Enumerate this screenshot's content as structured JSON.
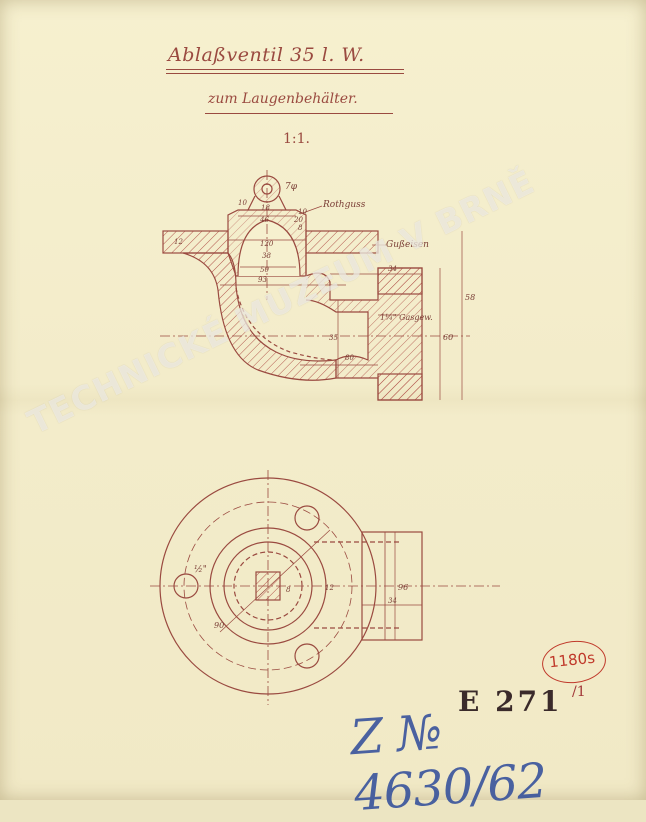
{
  "title": {
    "main": "Ablaßventil 35 l. W.",
    "sub": "zum Laugenbehälter.",
    "scale": "1:1."
  },
  "labels": {
    "material_1": "Rothguss",
    "material_2": "Gußeisen",
    "thread": "1¼\" Gasgew.",
    "pin": "7φ",
    "hole": "½\""
  },
  "dimensions": {
    "d10": "10",
    "d18": "18",
    "d46": "46",
    "d20": "20",
    "d8": "8",
    "d10b": "10",
    "d120": "120",
    "d38": "38",
    "d50": "50",
    "d93": "93",
    "d34": "34",
    "d58": "58",
    "d60": "60",
    "d35": "35",
    "d80": "80",
    "d12": "12",
    "d96": "96",
    "d34b": "34",
    "d90": "90",
    "d8b": "8",
    "d12b": "12"
  },
  "stamps": {
    "catalog_number": "E 271",
    "catalog_mark": "/1",
    "circled": "1180s",
    "inventory": "Z № 4630/62"
  },
  "watermark": "TECHNICKÉ MUZEUM V BRNĚ"
}
